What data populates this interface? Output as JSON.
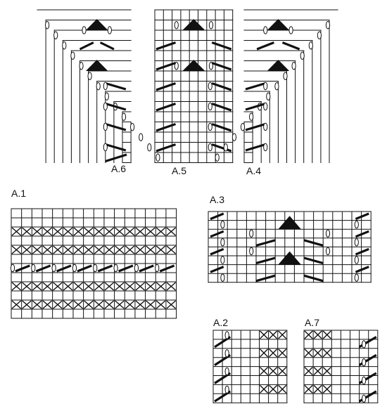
{
  "diagrams": [
    {
      "id": "a6",
      "label": "A.6"
    },
    {
      "id": "a5",
      "label": "A.5"
    },
    {
      "id": "a4",
      "label": "A.4"
    },
    {
      "id": "a1",
      "label": "A.1"
    },
    {
      "id": "a3",
      "label": "A.3"
    },
    {
      "id": "a2",
      "label": "A.2"
    },
    {
      "id": "a7",
      "label": "A.7"
    }
  ],
  "colors": {
    "grid": "#111111",
    "symbol": "#111111",
    "background": "#ffffff"
  },
  "symbols": [
    "yarn-over-oval",
    "cable-slash",
    "cross-stitch",
    "triangle-decrease"
  ]
}
